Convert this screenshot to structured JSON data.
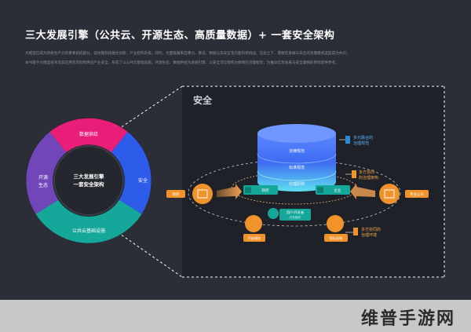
{
  "title": "三大发展引擎（公共云、开源生态、高质量数据）+ 一套安全架构",
  "intro_lines": [
    "大模型已成为新质生产力的重要组成部分，促进着科技融合创新、产业结构升级。同时，也面临着来自算力、算法、数据以及安全等方面的新挑战。在此之下，需要在发展与安全的治理模式选型成为共识，",
    "本书基于大模型技术及其应用的风险和供应产业安全，形成了以公共云基础设施、开源生态、数据供给为发展引擎，以安全可信架构为保障的治理框架，为推动实现发展与安全兼顾的目标提供参考。"
  ],
  "ring": {
    "center_line1": "三大发展引擎",
    "center_line2": "一套安全架构",
    "top": "数据供给",
    "left_line1": "开源",
    "left_line2": "生态",
    "right": "安全",
    "bottom": "公共云基础设施"
  },
  "panel_label": "安全",
  "cylinder_layers": [
    "法律规范",
    "标准规范",
    "伦理原则"
  ],
  "callouts": {
    "c1_line1": "多元融合的",
    "c1_line2": "治理规范",
    "c2_line1": "多方协同",
    "c2_line2": "的治理架构",
    "c3_line1": "多方协同的",
    "c3_line2": "治理环境"
  },
  "nodes": {
    "n1": "政府",
    "n2": "企业",
    "n3_line1": "用户/开发者",
    "n3_line2": "行业组织"
  },
  "side_tags": {
    "left": "政府",
    "right": "专业公众",
    "bottom_left": "开放服务",
    "bottom_right": "国际机构"
  },
  "watermark": "维普手游网",
  "colors": {
    "background": "#2b2e37",
    "magenta": "#e91e79",
    "blue": "#2d5bea",
    "teal": "#15a89a",
    "purple": "#7046b8",
    "accent_orange": "#f0932b"
  }
}
